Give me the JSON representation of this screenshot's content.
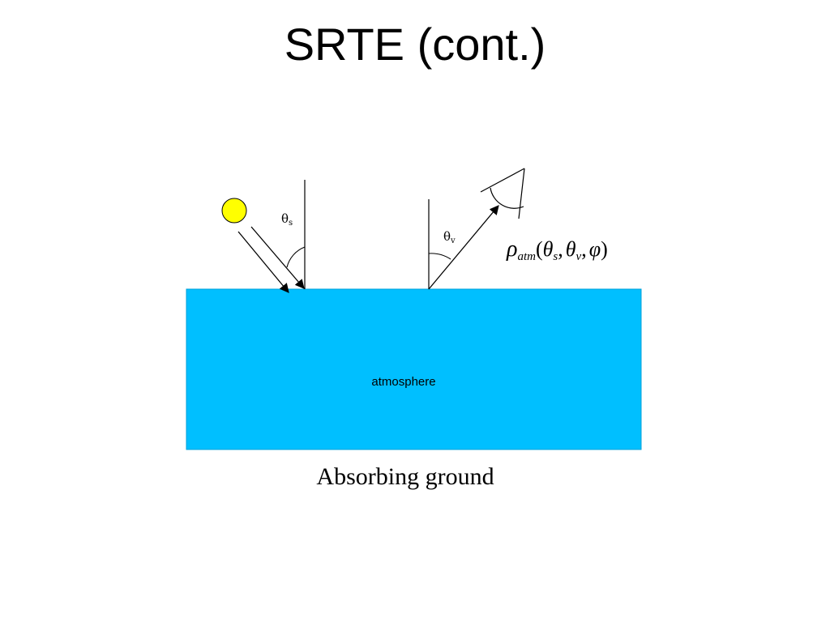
{
  "slide": {
    "title": "SRTE (cont.)"
  },
  "diagram": {
    "layer_label": "atmosphere",
    "ground_label": "Absorbing ground",
    "solar_angle": {
      "symbol": "θ",
      "subscript": "s"
    },
    "view_angle": {
      "symbol": "θ",
      "subscript": "v"
    },
    "formula": {
      "rho": "ρ",
      "rho_subscript": "atm",
      "open_paren": "(",
      "theta1": "θ",
      "theta1_sub": "s",
      "sep1": ",",
      "theta2": "θ",
      "theta2_sub": "v",
      "sep2": ",",
      "phi": "φ",
      "close_paren": ")"
    },
    "colors": {
      "atmosphere_fill": "#00bfff",
      "sun_fill": "#ffff00",
      "line": "#000000"
    }
  }
}
